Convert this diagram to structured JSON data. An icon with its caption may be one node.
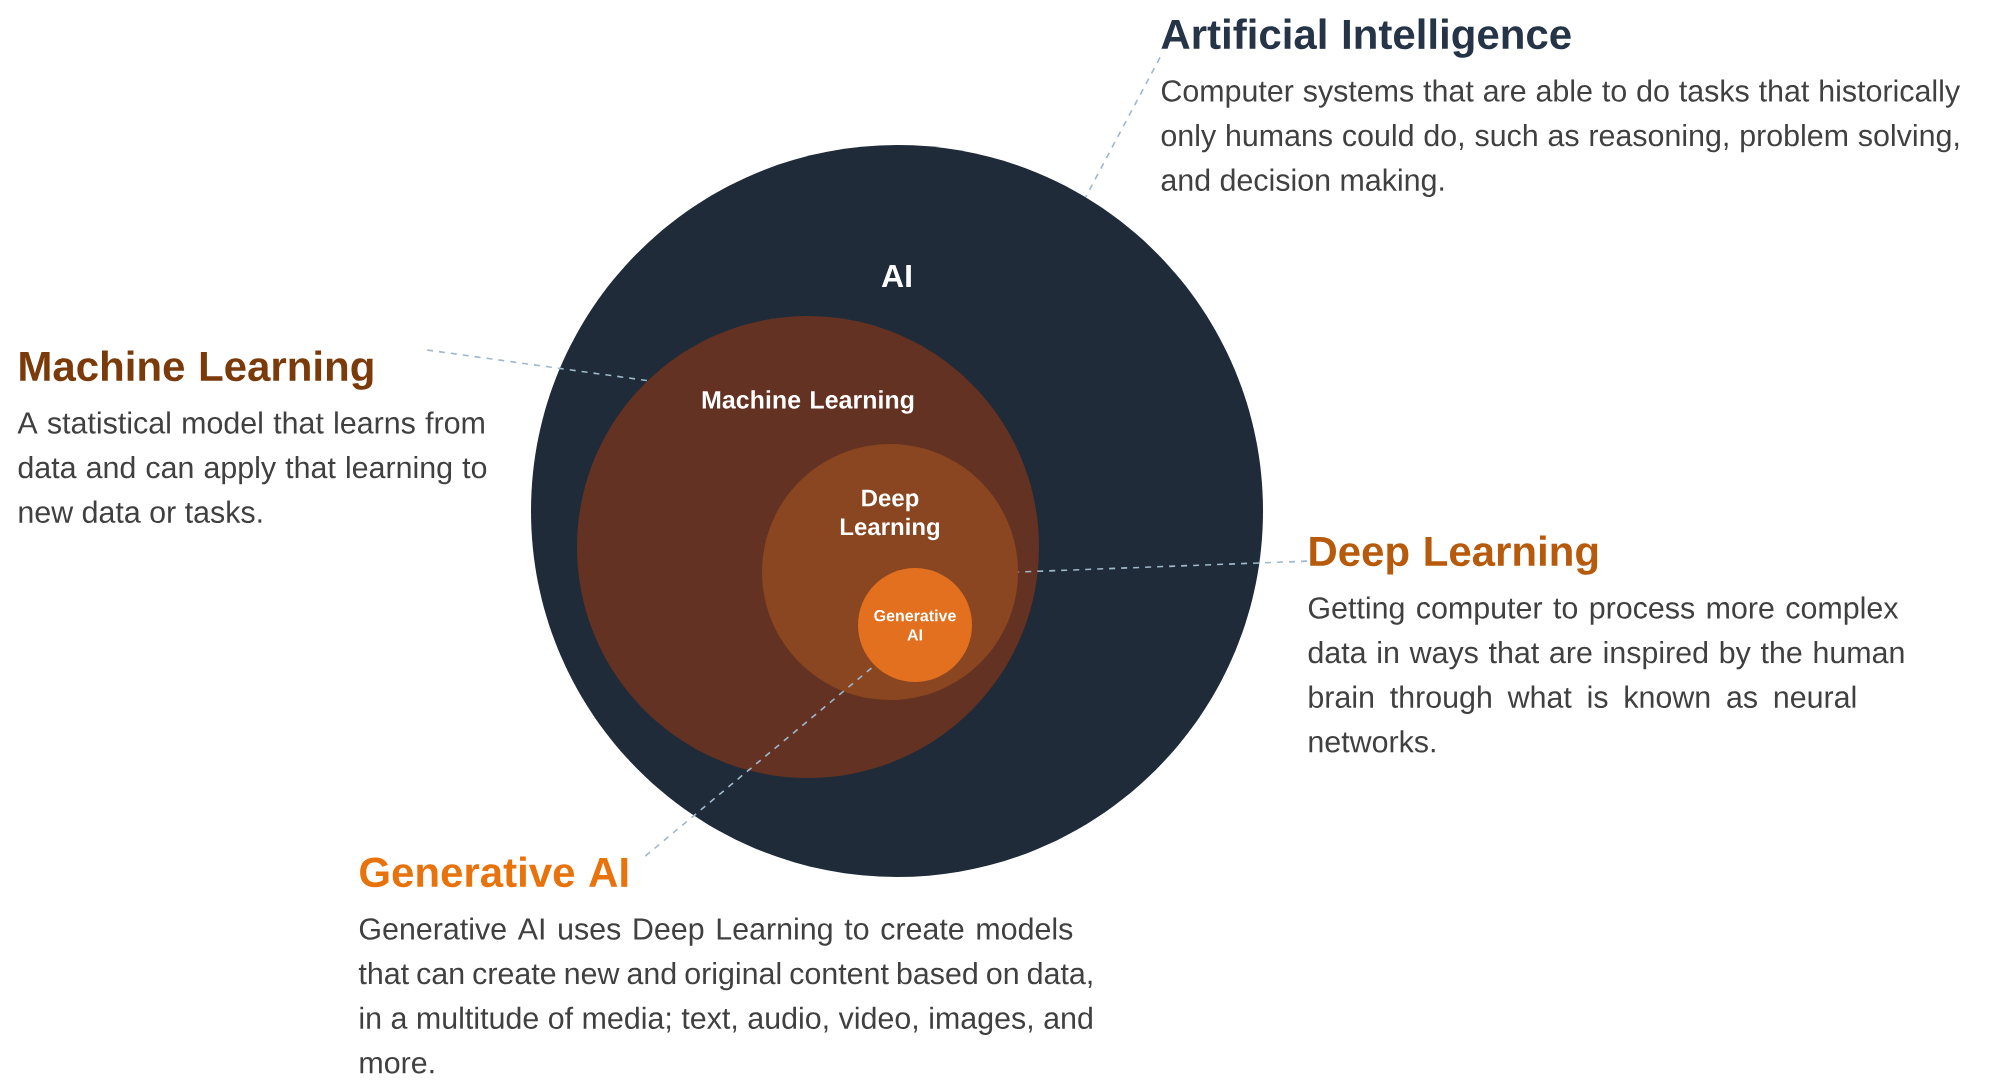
{
  "diagram": {
    "nodes": [
      {
        "text": [
          "AI"
        ]
      },
      {
        "text": [
          "Machine Learning"
        ],
        "in": 0
      },
      {
        "text": [
          "Deep Learning"
        ],
        "in": 1
      },
      {
        "text": [
          "Generative AI"
        ],
        "in": 2
      },
      {
        "text": [
          "Artificial Intelligence",
          "Computer systems that are able to do tasks that historically only humans could do, such as reasoning, problem solving, and decision making."
        ]
      },
      {
        "text": [
          "Machine Learning",
          "A statistical model that learns from data and can apply that learning to new data or tasks."
        ]
      },
      {
        "text": [
          "Deep Learning",
          "Getting computer to process more complex data in ways that are inspired by the human brain through what is known as neural networks."
        ]
      },
      {
        "text": [
          "Generative AI",
          "Generative AI uses Deep Learning to create models that can create new and original content based on data, in a multitude of media; text, audio, video, images, and more."
        ]
      }
    ],
    "edges": [
      {
        "from": 4,
        "to": 0,
        "arrow": "none",
        "style": "dashed"
      },
      {
        "from": 5,
        "to": 1,
        "arrow": "none",
        "style": "dashed"
      },
      {
        "from": 6,
        "to": 2,
        "arrow": "none",
        "style": "dashed"
      },
      {
        "from": 7,
        "to": 3,
        "arrow": "none",
        "style": "dashed"
      }
    ]
  }
}
